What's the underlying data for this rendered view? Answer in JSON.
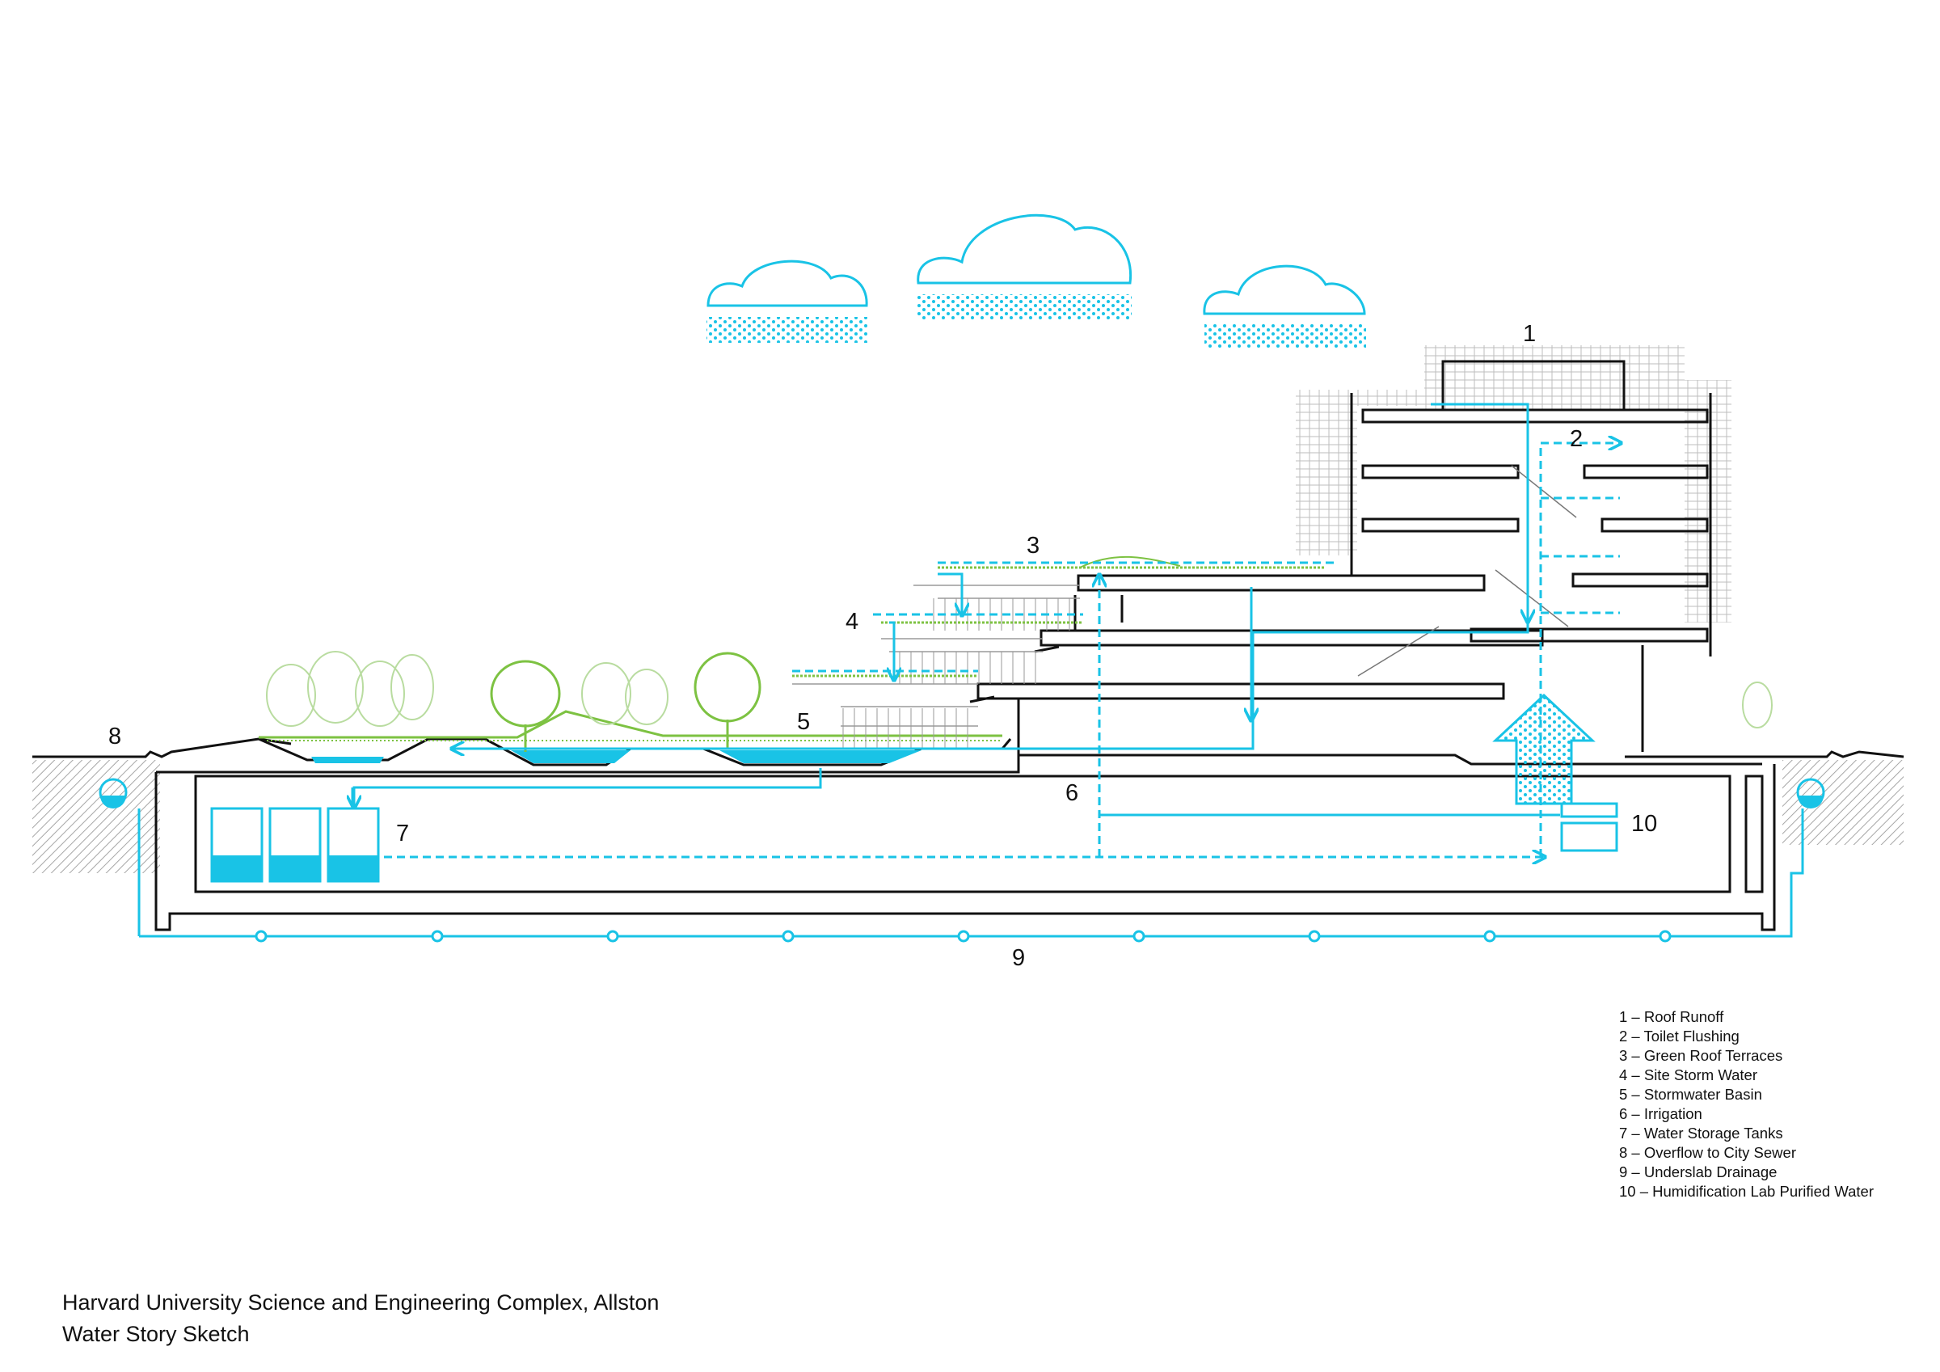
{
  "labels": {
    "n1": "1",
    "n2": "2",
    "n3": "3",
    "n4": "4",
    "n5": "5",
    "n6": "6",
    "n7": "7",
    "n8": "8",
    "n9": "9",
    "n10": "10"
  },
  "legend": [
    "1 – Roof Runoff",
    "2 – Toilet Flushing",
    "3 – Green Roof Terraces",
    "4 – Site Storm Water",
    "5 – Stormwater Basin",
    "6 – Irrigation",
    "7 – Water Storage Tanks",
    "8 – Overflow to City Sewer",
    "9 – Underslab Drainage",
    "10 – Humidification Lab Purified Water"
  ],
  "caption": {
    "line1": "Harvard University Science and Engineering Complex, Allston",
    "line2": "Water Story Sketch"
  },
  "colors": {
    "water": "#19c3e6",
    "structure": "#111111",
    "vegetation": "#7dc242",
    "hatch": "#a6a6a6"
  }
}
